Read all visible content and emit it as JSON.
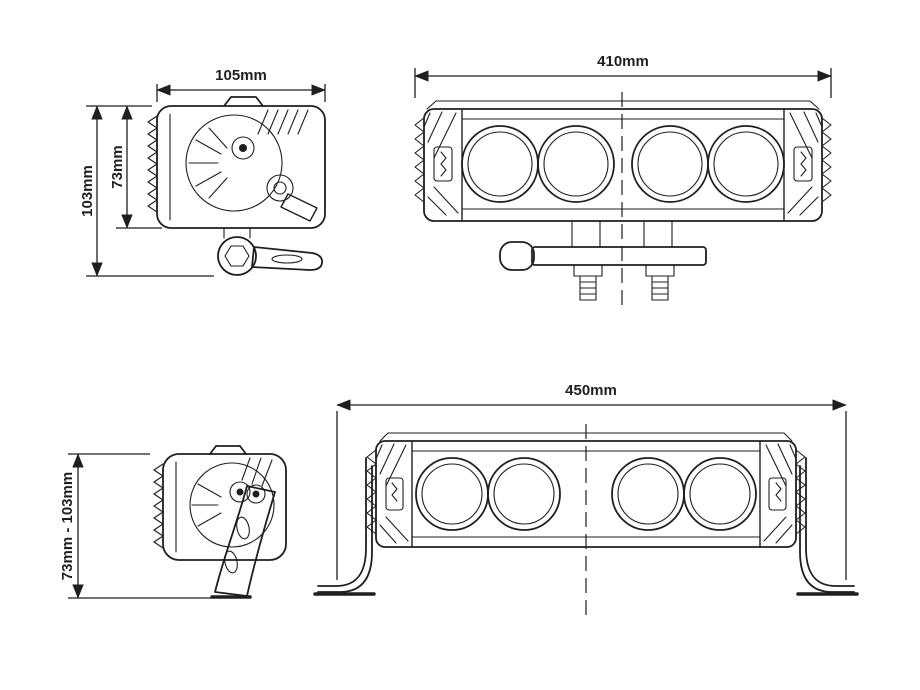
{
  "colors": {
    "line": "#1f1f1f",
    "background": "#ffffff"
  },
  "views": {
    "side_top": {
      "width": "105mm",
      "height_total": "103mm",
      "height_body": "73mm"
    },
    "front_top": {
      "width": "410mm"
    },
    "side_bottom": {
      "height_range": "73mm - 103mm"
    },
    "front_bottom": {
      "width": "450mm"
    }
  }
}
